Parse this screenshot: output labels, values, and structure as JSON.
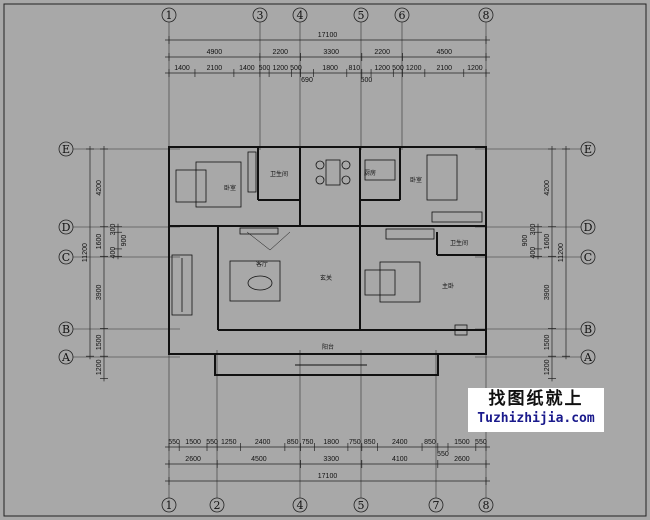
{
  "axes": {
    "top": [
      "1",
      "3",
      "4",
      "5",
      "6",
      "8"
    ],
    "bottom": [
      "1",
      "2",
      "4",
      "5",
      "7",
      "8"
    ],
    "left": [
      "E",
      "D",
      "C",
      "B",
      "A"
    ],
    "right": [
      "E",
      "D",
      "C",
      "B",
      "A"
    ]
  },
  "dimensions": {
    "top_total": [
      17100
    ],
    "top_axes": [
      4900,
      2200,
      3300,
      2200,
      4500
    ],
    "top_detail": [
      1400,
      2100,
      1400,
      500,
      1200,
      500,
      690,
      1800,
      810,
      500,
      1200,
      500,
      1200,
      2100,
      1200
    ],
    "bottom_detail": [
      550,
      1500,
      550,
      1250,
      2400,
      850,
      750,
      1800,
      750,
      850,
      2400,
      850,
      550,
      1500,
      550
    ],
    "bottom_axes": [
      2600,
      4500,
      3300,
      4100,
      2600
    ],
    "bottom_total": [
      17100
    ],
    "side_axes": [
      4200,
      1600,
      3900,
      1500,
      1200
    ],
    "side_total": [
      11200
    ],
    "side_detail": [
      300,
      900,
      400
    ]
  },
  "rooms": {
    "bedroom_left": "卧室",
    "bathroom_top": "卫生间",
    "kitchen": "厨房",
    "bedroom_right": "卧室",
    "bathroom_master": "卫生间",
    "living_room": "客厅",
    "foyer": "玄关",
    "master_bedroom": "主卧",
    "balcony": "阳台"
  },
  "watermark": {
    "line1": "找图纸就上",
    "line2": "Tuzhizhijia.com"
  }
}
